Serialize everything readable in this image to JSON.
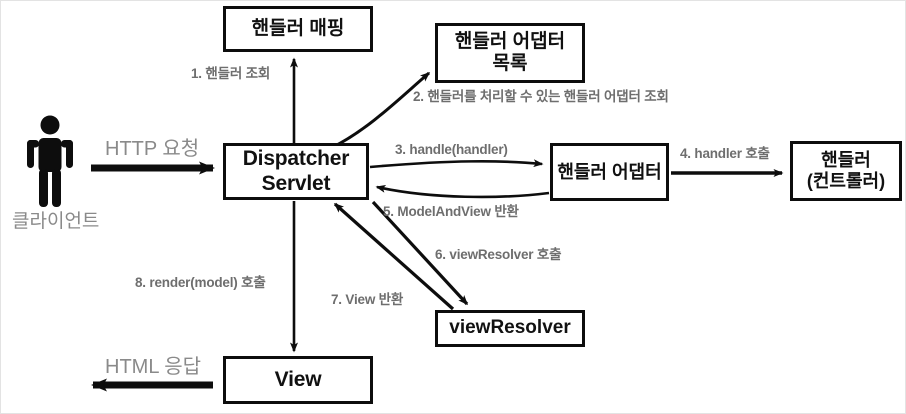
{
  "diagram": {
    "title": "Spring MVC DispatcherServlet request flow",
    "accent_color": "#0d0d0d",
    "label_color": "#6e6e6e",
    "plain_label_color": "#8a8a8a",
    "actor": {
      "icon": "person-icon",
      "label": "클라이언트"
    },
    "nodes": [
      {
        "id": "handler-mapping",
        "label": "핸들러 매핑"
      },
      {
        "id": "handler-adapter-list",
        "label": "핸들러 어댑터\n목록"
      },
      {
        "id": "dispatcher-servlet",
        "label": "Dispatcher\nServlet"
      },
      {
        "id": "handler-adapter",
        "label": "핸들러 어댑터"
      },
      {
        "id": "handler-controller",
        "label": "핸들러\n(컨트롤러)"
      },
      {
        "id": "view-resolver",
        "label": "viewResolver"
      },
      {
        "id": "view",
        "label": "View"
      }
    ],
    "edges": [
      {
        "id": "step-1",
        "label": "1. 핸들러 조회"
      },
      {
        "id": "step-2",
        "label": "2. 핸들러를 처리할 수 있는 핸들러 어댑터 조회"
      },
      {
        "id": "step-3",
        "label": "3. handle(handler)"
      },
      {
        "id": "step-4",
        "label": "4. handler 호출"
      },
      {
        "id": "step-5",
        "label": "5. ModelAndView 반환"
      },
      {
        "id": "step-6",
        "label": "6. viewResolver 호출"
      },
      {
        "id": "step-7",
        "label": "7. View 반환"
      },
      {
        "id": "step-8",
        "label": "8. render(model) 호출"
      },
      {
        "id": "http-request",
        "label": "HTTP 요청"
      },
      {
        "id": "html-response",
        "label": "HTML 응답"
      }
    ]
  }
}
